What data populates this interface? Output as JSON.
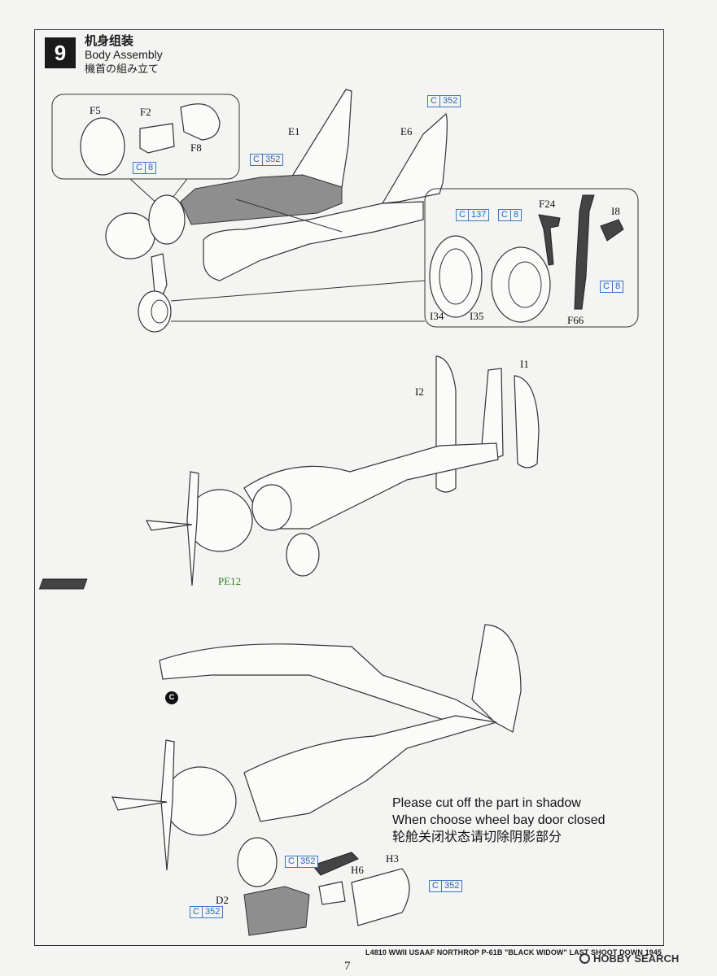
{
  "step": {
    "number": "9",
    "title_zh": "机身组装",
    "title_en": "Body Assembly",
    "title_jp": "機首の組み立て"
  },
  "parts": {
    "F5": "F5",
    "F2": "F2",
    "F8": "F8",
    "E1": "E1",
    "E6": "E6",
    "F24": "F24",
    "I8": "I8",
    "I34": "I34",
    "I35": "I35",
    "F66": "F66",
    "I1": "I1",
    "I2": "I2",
    "H3": "H3",
    "H6": "H6",
    "D2": "D2"
  },
  "paint": {
    "c_letter": "C",
    "c352": "352",
    "c8": "8",
    "c137": "137"
  },
  "photo_etch": "PE12",
  "marker_letter": "C",
  "note": {
    "line1": "Please cut off the part in shadow",
    "line2": "When choose wheel bay door closed",
    "line3": "轮舱关闭状态请切除阴影部分"
  },
  "footer": "L4810  WWII USAAF NORTHROP P-61B \"BLACK WIDOW\" LAST SHOOT DOWN 1945",
  "page_number": "7",
  "watermark": "HOBBY SEARCH",
  "colors": {
    "paint_tag": "#3a79c4",
    "photo_etch": "#2e7d1e"
  }
}
